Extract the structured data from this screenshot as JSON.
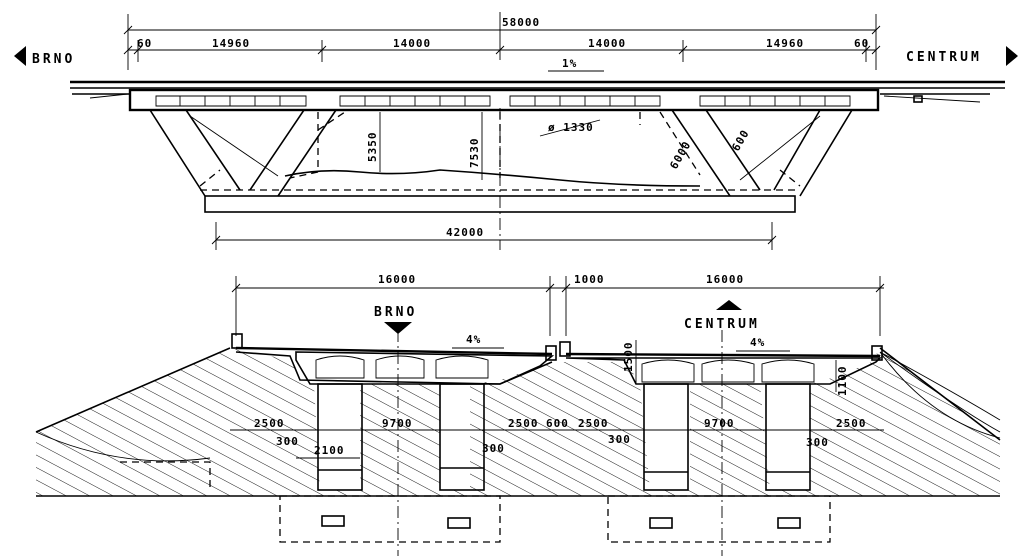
{
  "elevation": {
    "label_left": "BRNO",
    "label_right": "CENTRUM",
    "dim_total": "58000",
    "dim_edge_left": "60",
    "dim_span_1": "14960",
    "dim_span_2": "14000",
    "dim_span_3": "14000",
    "dim_span_4": "14960",
    "dim_edge_right": "60",
    "slope": "1%",
    "dim_height_inner": "5350",
    "dim_height_total": "7530",
    "dim_diameter": "ø 1330",
    "dim_strut_1": "6000",
    "dim_strut_2": "600",
    "dim_base": "42000"
  },
  "section": {
    "label_left": "BRNO",
    "label_right": "CENTRUM",
    "dim_deck_left": "16000",
    "dim_gap": "1000",
    "dim_deck_right": "16000",
    "slope_left": "4%",
    "slope_right": "4%",
    "dim_height": "1500",
    "dim_cantilever": "1100",
    "dim_l_2500a": "2500",
    "dim_l_300a": "300",
    "dim_l_2100": "2100",
    "dim_l_9700": "9700",
    "dim_l_300b": "300",
    "dim_l_2500b": "2500",
    "dim_l_600": "600",
    "dim_r_2500a": "2500",
    "dim_r_300a": "300",
    "dim_r_9700": "9700",
    "dim_r_300b": "300",
    "dim_r_2500b": "2500"
  }
}
